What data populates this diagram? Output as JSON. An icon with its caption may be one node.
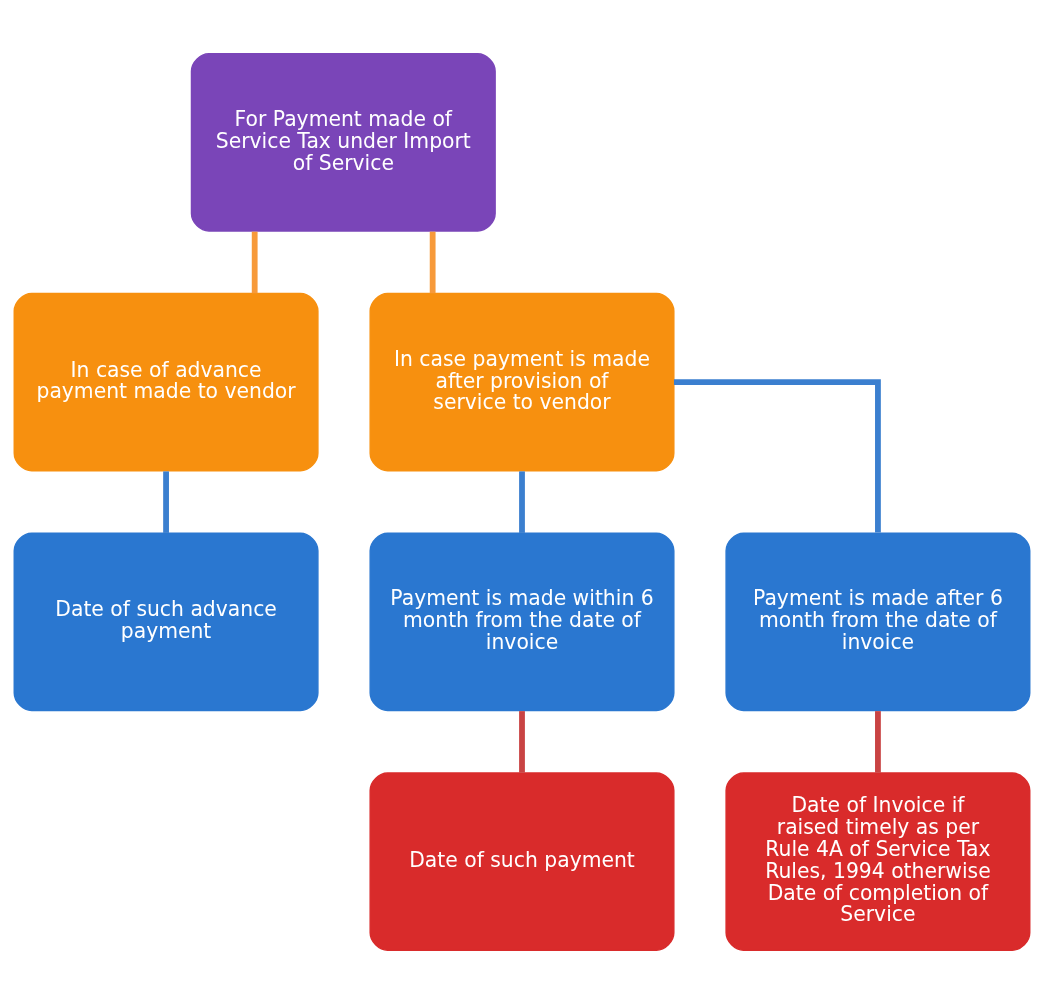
{
  "diagram": {
    "nodes": [
      {
        "text": [
          "For Payment made of Service Tax under Import of Service"
        ]
      },
      {
        "text": [
          "In case of advance payment made to vendor"
        ]
      },
      {
        "text": [
          "In case payment is made after provision of service to vendor"
        ]
      },
      {
        "text": [
          "Date of such advance payment"
        ]
      },
      {
        "text": [
          "Payment is made within 6 month from the date of invoice"
        ]
      },
      {
        "text": [
          "Payment is made after 6 month from the date of invoice"
        ]
      },
      {
        "text": [
          "Date of such payment"
        ]
      },
      {
        "text": [
          "Date of Invoice if raised timely as per Rule 4A of Service Tax Rules, 1994 otherwise Date of completion of Service"
        ]
      }
    ],
    "edges": [
      {
        "from": 0,
        "to": 1,
        "arrow": "none",
        "color": "#f79a3a"
      },
      {
        "from": 0,
        "to": 2,
        "arrow": "none",
        "color": "#f79a3a"
      },
      {
        "from": 1,
        "to": 3,
        "arrow": "none"
      },
      {
        "from": 2,
        "to": 4,
        "arrow": "none"
      },
      {
        "from": 2,
        "to": 5,
        "arrow": "none"
      },
      {
        "from": 4,
        "to": 6,
        "arrow": "none",
        "color": "#c94343"
      },
      {
        "from": 5,
        "to": 7,
        "arrow": "none",
        "color": "#c94343"
      }
    ]
  }
}
